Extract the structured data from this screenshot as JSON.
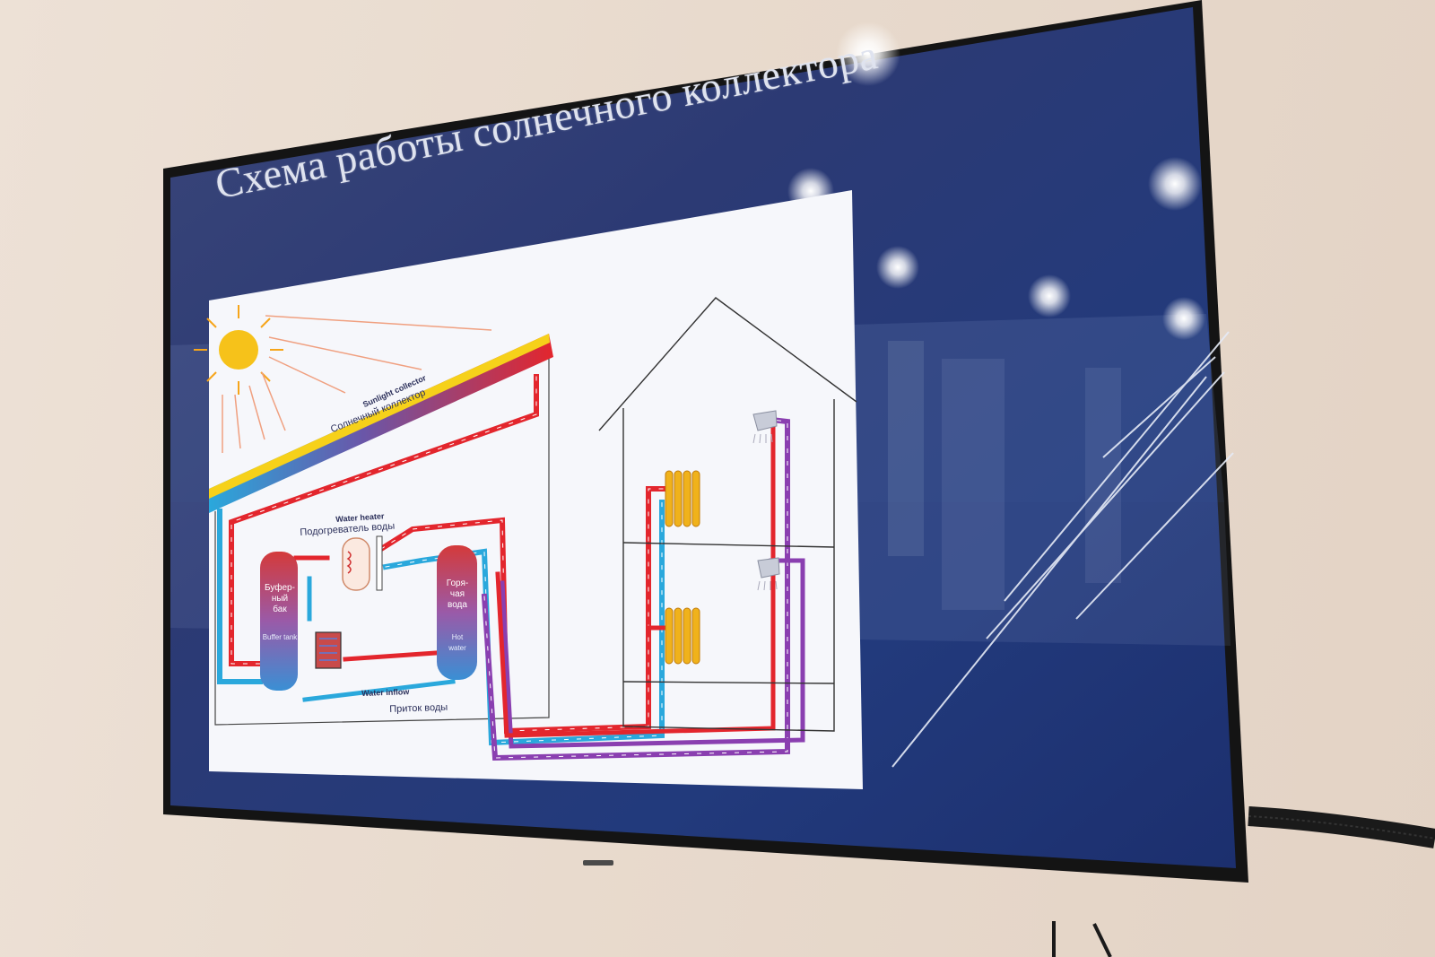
{
  "slide": {
    "title": "Схема работы солнечного коллектора"
  },
  "diagram": {
    "collector_en": "Sunlight collector",
    "collector_ru": "Солнечный коллектор",
    "water_heater_en": "Water heater",
    "water_heater_ru": "Подогреватель воды",
    "buffer_tank_ru": "Буфер-\nный\nбак",
    "buffer_tank_en": "Buffer tank",
    "hot_water_ru": "Горя-\nчая\nвода",
    "hot_water_en": "Hot\nwater",
    "water_inflow_en": "Water inflow",
    "water_inflow_ru": "Приток воды"
  },
  "colors": {
    "slide_bg": "#2a3a78",
    "frame": "#141414",
    "hot_pipe": "#e3262d",
    "cold_pipe": "#2aa8dc",
    "return_pipe": "#8a3fb0",
    "radiator": "#f0b21b",
    "sun": "#f6c21a"
  }
}
